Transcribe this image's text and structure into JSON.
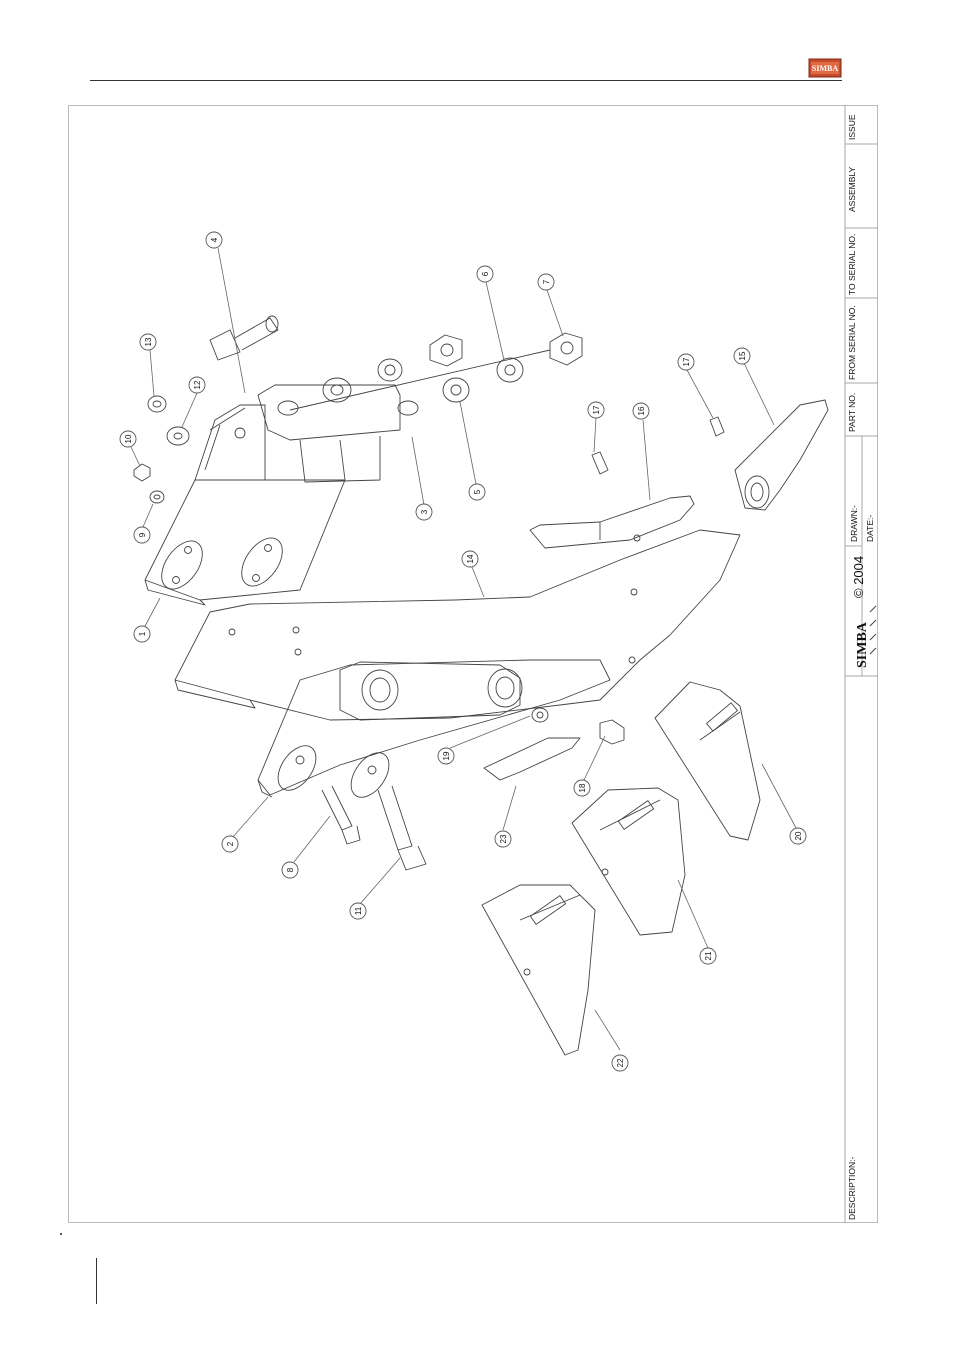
{
  "header": {
    "logo_text": "SIMBA"
  },
  "title_block": {
    "issue": "ISSUE",
    "assembly": "ASSEMBLY",
    "to_serial": "TO SERIAL NO.",
    "from_serial": "FROM SERIAL NO.",
    "part_no": "PART NO.",
    "drawn": "DRAWN:-",
    "date": "DATE:-",
    "brand": "SIMBA",
    "copyright": "© 2004",
    "description": "DESCRIPTION:-"
  },
  "callouts": [
    {
      "id": "1",
      "label": "1"
    },
    {
      "id": "2",
      "label": "2"
    },
    {
      "id": "3",
      "label": "3"
    },
    {
      "id": "4",
      "label": "4"
    },
    {
      "id": "5",
      "label": "5"
    },
    {
      "id": "6",
      "label": "6"
    },
    {
      "id": "7",
      "label": "7"
    },
    {
      "id": "8",
      "label": "8"
    },
    {
      "id": "9",
      "label": "9"
    },
    {
      "id": "10",
      "label": "10"
    },
    {
      "id": "11",
      "label": "11"
    },
    {
      "id": "12",
      "label": "12"
    },
    {
      "id": "13",
      "label": "13"
    },
    {
      "id": "14",
      "label": "14"
    },
    {
      "id": "15",
      "label": "15"
    },
    {
      "id": "16",
      "label": "16"
    },
    {
      "id": "17a",
      "label": "17"
    },
    {
      "id": "17b",
      "label": "17"
    },
    {
      "id": "18",
      "label": "18"
    },
    {
      "id": "19",
      "label": "19"
    },
    {
      "id": "20",
      "label": "20"
    },
    {
      "id": "21",
      "label": "21"
    },
    {
      "id": "22",
      "label": "22"
    },
    {
      "id": "23",
      "label": "23"
    }
  ]
}
